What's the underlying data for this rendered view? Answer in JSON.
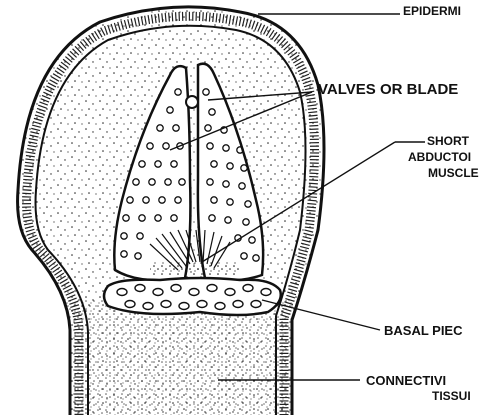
{
  "labels": {
    "epidermis": "EPIDERMI",
    "valves": "VALVES OR BLADE",
    "short": "SHORT",
    "abductor": "ABDUCTOI",
    "muscle": "MUSCLE",
    "basal": "BASAL PIEC",
    "connective": "CONNECTIVI",
    "tissue": "TISSUI"
  }
}
